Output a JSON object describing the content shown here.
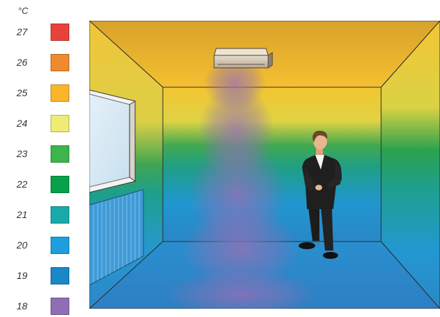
{
  "legend": {
    "unit": "°C",
    "items": [
      {
        "label": "27",
        "color": "#e8433a"
      },
      {
        "label": "26",
        "color": "#ef8a2e"
      },
      {
        "label": "25",
        "color": "#fbb52a"
      },
      {
        "label": "24",
        "color": "#eeec74"
      },
      {
        "label": "23",
        "color": "#3cb54a"
      },
      {
        "label": "22",
        "color": "#07a04b"
      },
      {
        "label": "21",
        "color": "#18a9a8"
      },
      {
        "label": "20",
        "color": "#1d9fde"
      },
      {
        "label": "19",
        "color": "#1a87c8"
      },
      {
        "label": "18",
        "color": "#8e6fb5"
      }
    ]
  },
  "scene": {
    "icons": [
      "air-conditioner-icon",
      "window-icon",
      "radiator-icon",
      "person-icon"
    ]
  }
}
